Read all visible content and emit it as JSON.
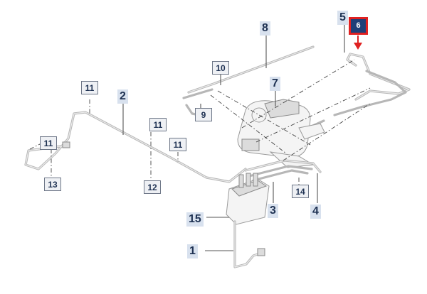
{
  "diagram": {
    "highlight_color": "#e02121",
    "label_text_color": "#1f3253",
    "label_fill_color": "#d8e1ee",
    "callouts": {
      "c1": "1",
      "c2": "2",
      "c3": "3",
      "c4": "4",
      "c5": "5",
      "c6": "6",
      "c7": "7",
      "c8": "8",
      "c9": "9",
      "c10": "10",
      "c11a": "11",
      "c11b": "11",
      "c11c": "11",
      "c11d": "11",
      "c12": "12",
      "c13": "13",
      "c14": "14",
      "c15": "15"
    }
  }
}
